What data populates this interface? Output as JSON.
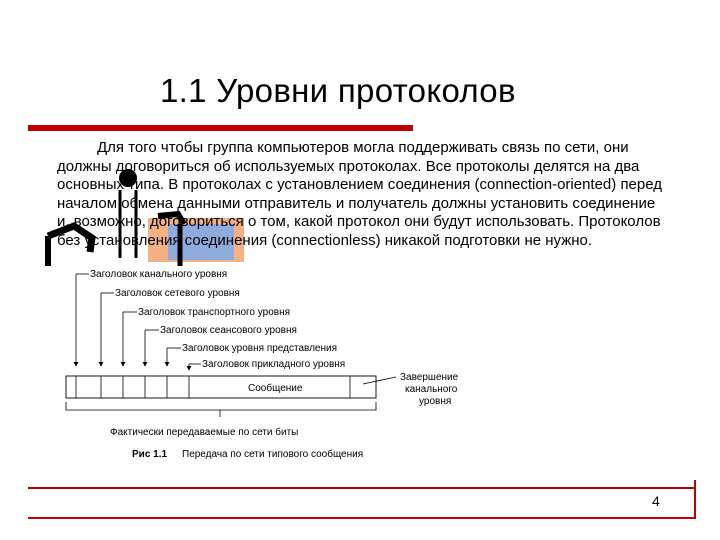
{
  "slide": {
    "title": "1.1 Уровни протоколов",
    "body": "Для того чтобы группа компьютеров могла поддерживать связь по сети, они должны договориться об используемых протоколах. Все протоколы делятся на два основных типа. В протоколах с установлением соединения (connection-oriented) перед началом обмена данными отправитель и получатель должны установить соединение и, возможно, договориться о том, какой протокол они будут использовать. Протоколов без установления соединения (connectionless) никакой подготовки не нужно.",
    "page_number": "4"
  },
  "diagram": {
    "headers": [
      "Заголовок канального уровня",
      "Заголовок сетевого уровня",
      "Заголовок транспортного уровня",
      "Заголовок сеансового уровня",
      "Заголовок уровня представления",
      "Заголовок прикладного уровня"
    ],
    "message": "Сообщение",
    "trailer": [
      "Завершение",
      "канального",
      "уровня"
    ],
    "bits_label": "Фактически передаваемые по сети биты",
    "caption_num": "Рис 1.1",
    "caption_text": "Передача по сети типового сообщения"
  },
  "colors": {
    "accent": "#c00000",
    "clipart_peach": "#f4b183",
    "clipart_blue": "#8faadc"
  },
  "icons": {
    "clipart": "person-at-computer-clipart"
  }
}
